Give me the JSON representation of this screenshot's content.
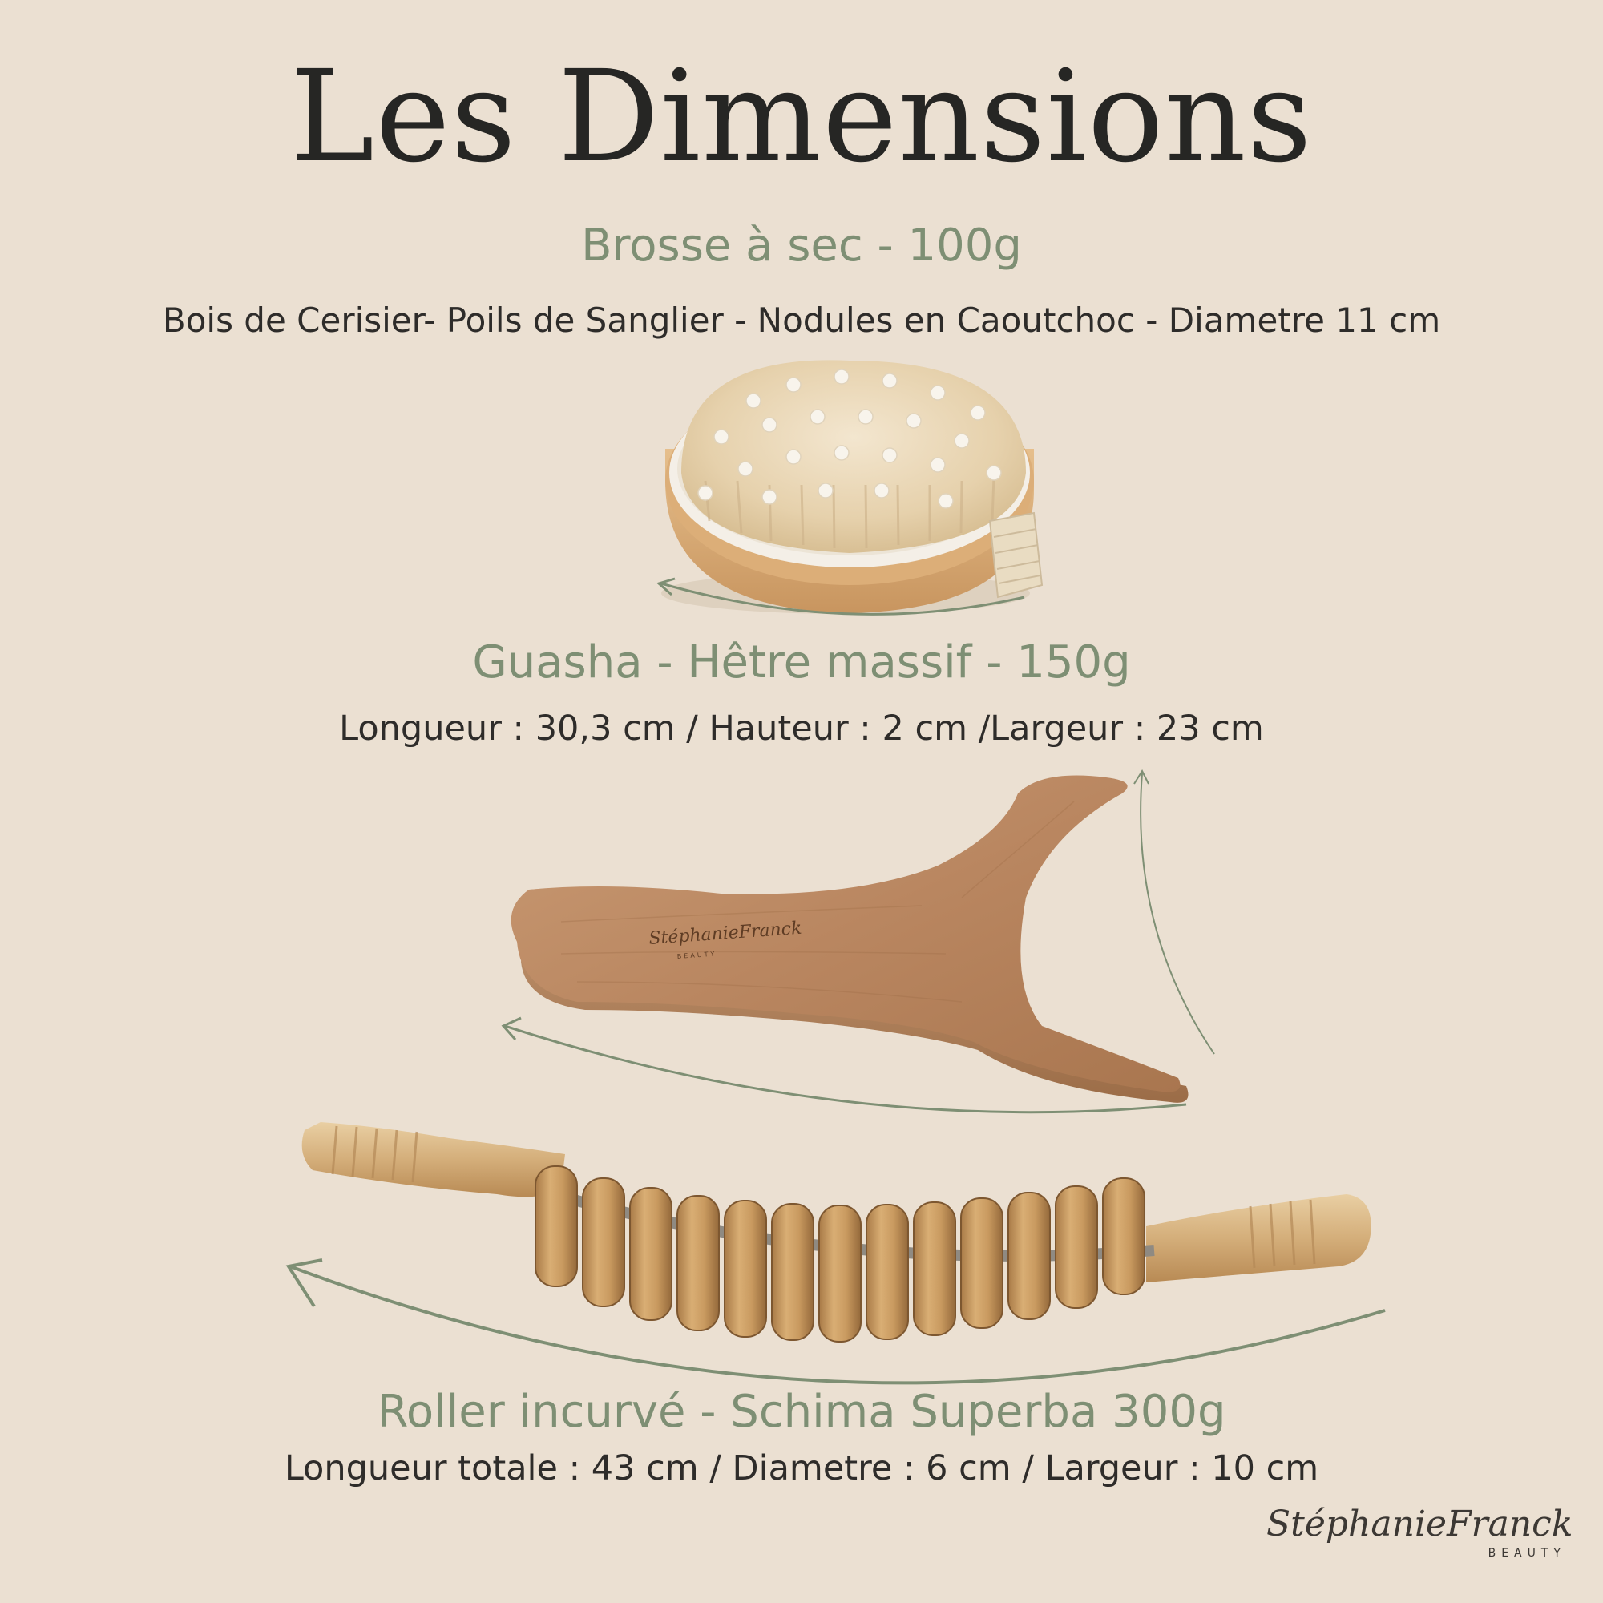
{
  "page": {
    "title": "Les Dimensions",
    "background_color": "#ebe0d2",
    "accent_color": "#7e8f74"
  },
  "products": [
    {
      "heading": "Brosse à sec - 100g",
      "specs": "Bois de Cerisier- Poils de Sanglier - Nodules en Caoutchoc - Diametre 11 cm",
      "image": "dry-brush-photo"
    },
    {
      "heading": "Guasha - Hêtre massif - 150g",
      "specs": "Longueur : 30,3 cm / Hauteur : 2 cm /Largeur : 23 cm",
      "image": "guasha-photo",
      "engraving": {
        "name": "StéphanieFranck",
        "sub": "BEAUTY"
      }
    },
    {
      "heading": "Roller incurvé - Schima Superba 300g",
      "specs": "Longueur totale : 43 cm / Diametre : 6 cm / Largeur : 10 cm",
      "image": "curved-roller-photo"
    }
  ],
  "logo": {
    "name": "StéphanieFranck",
    "sub": "BEAUTY"
  }
}
